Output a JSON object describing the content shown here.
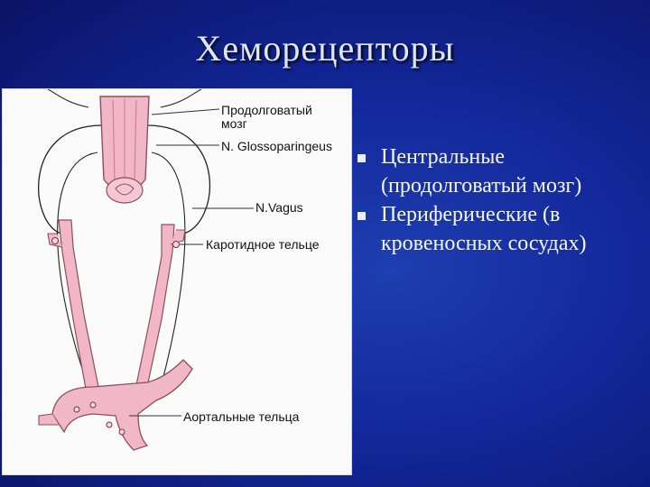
{
  "slide": {
    "title": "Хеморецепторы"
  },
  "figure": {
    "labels": {
      "medulla": "Продолговатый\nмозг",
      "glosso": "N. Glossoparingeus",
      "vagus": "N.Vagus",
      "carotid": "Каротидное тельце",
      "aortic": "Аортальные тельца"
    }
  },
  "bullets": [
    "Центральные (продолговатый мозг)",
    "Периферические (в кровеносных сосудах)"
  ],
  "colors": {
    "background": "#13279a",
    "title": "#dfe6f7",
    "vessel_fill": "#f2b7c7",
    "vessel_stroke": "#8a5060",
    "nerve": "#222222"
  }
}
